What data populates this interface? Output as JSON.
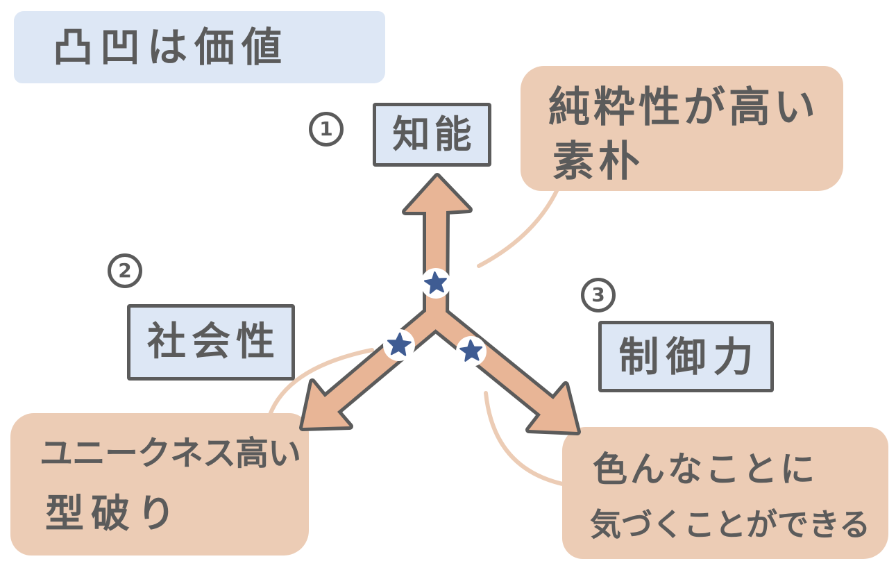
{
  "title": "凸凹は価値",
  "axes": [
    {
      "number": "1",
      "label": "知能"
    },
    {
      "number": "2",
      "label": "社会性"
    },
    {
      "number": "3",
      "label": "制御力"
    }
  ],
  "notes": [
    {
      "lines": [
        "純粋性が高い",
        "素朴"
      ]
    },
    {
      "lines": [
        "ユニークネス高い",
        "型破り"
      ]
    },
    {
      "lines": [
        "色んなことに",
        "気づくことができる"
      ]
    }
  ],
  "marker_icon": "star",
  "colors": {
    "label_fill": "#dde7f5",
    "note_fill": "#ecccb5",
    "arrow_fill": "#e8b596",
    "outline": "#5b5b5b",
    "star": "#3f5c93",
    "background": "#ffffff"
  }
}
